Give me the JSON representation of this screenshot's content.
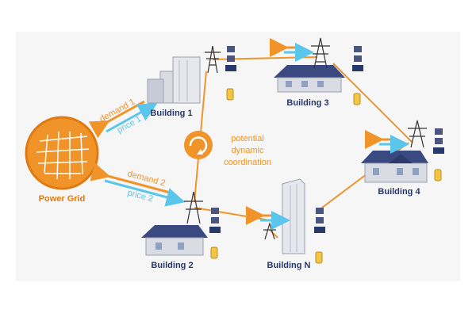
{
  "colors": {
    "orange": "#f0942a",
    "orange_dark": "#e07a10",
    "blue": "#5bc6ec",
    "navy": "#27386b",
    "panel_bg": "#f6f6f6",
    "roof": "#3a4a80",
    "wall": "#d9dce3"
  },
  "grid": {
    "label": "Power Grid",
    "icon": "power-grid-icon"
  },
  "buildings": [
    {
      "label": "Building 1",
      "icon": "office-building-icon"
    },
    {
      "label": "Building 2",
      "icon": "house-icon"
    },
    {
      "label": "Building 3",
      "icon": "house-icon"
    },
    {
      "label": "Building 4",
      "icon": "house-icon"
    },
    {
      "label": "Building N",
      "icon": "tower-building-icon"
    }
  ],
  "links": {
    "b1": {
      "demand": "demand 1",
      "price": "price 1"
    },
    "b2": {
      "demand": "demand 2",
      "price": "price 2"
    }
  },
  "coordination": {
    "icon": "cycle-arrow-icon",
    "lines": [
      "potential",
      "dynamic",
      "coordination"
    ]
  }
}
